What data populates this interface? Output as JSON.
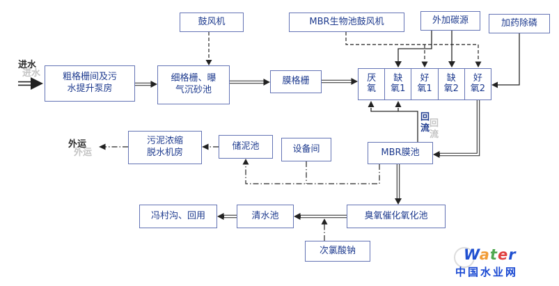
{
  "nodes": {
    "blower": "鼓风机",
    "mbr_blower": "MBR生物池鼓风机",
    "carbon_source": "外加碳源",
    "phosphorus_removal": "加药除磷",
    "coarse_screen": "粗格栅间及污水提升泵房",
    "fine_screen": "细格栅、曝气沉砂池",
    "membrane_screen": "膜格栅",
    "sludge_dewatering": "污泥浓缩脱水机房",
    "sludge_storage": "储泥池",
    "equipment_room": "设备间",
    "mbr_tank": "MBR膜池",
    "fengcun_reuse": "冯村沟、回用",
    "clear_water_tank": "清水池",
    "ozone_tank": "臭氧催化氧化池",
    "naclo": "次氯酸钠"
  },
  "bio_cells": [
    "厌氧",
    "缺氧1",
    "好氧1",
    "缺氧2",
    "好氧2"
  ],
  "labels": {
    "influent": "进水",
    "haul_out": "外运",
    "recycle": "回流"
  },
  "watermark": {
    "brand_letters": [
      "W",
      "a",
      "t",
      "e",
      "r"
    ],
    "site_name": "中国水业网"
  },
  "colors": {
    "box_border": "#6272b4",
    "box_text": "#1d3a8e",
    "line": "#222222",
    "echo_gray": "#c4c4c4",
    "watermark_blue": "#1646d2"
  }
}
